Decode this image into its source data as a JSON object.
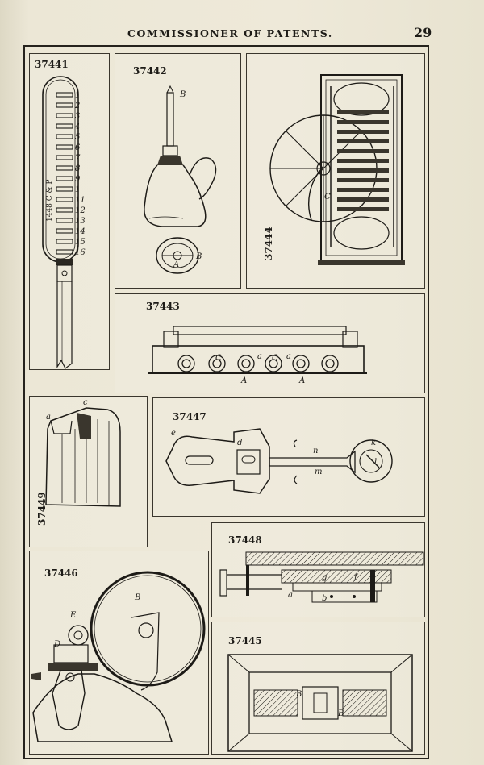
{
  "header": {
    "running_title": "COMMISSIONER OF PATENTS.",
    "page_number": "29"
  },
  "figures": {
    "f37441": {
      "number": "37441",
      "label": "1448 C & P",
      "tags": [
        "1",
        "2",
        "3",
        "4",
        "5",
        "6",
        "7",
        "8",
        "9",
        "1",
        "11",
        "12",
        "13",
        "14",
        "15",
        "16"
      ]
    },
    "f37442": {
      "number": "37442",
      "letters": [
        "B",
        "B",
        "A"
      ]
    },
    "f37444": {
      "number": "37444",
      "letters": [
        "C"
      ]
    },
    "f37443": {
      "number": "37443",
      "letters": [
        "C",
        "a",
        "C",
        "a",
        "A",
        "A"
      ]
    },
    "f37449": {
      "number": "37449",
      "letters": [
        "a",
        "c"
      ]
    },
    "f37447": {
      "number": "37447",
      "letters": [
        "d",
        "n",
        "m",
        "k",
        "e",
        "l"
      ]
    },
    "f37448": {
      "number": "37448",
      "letters": [
        "g",
        "f",
        "b",
        "a"
      ]
    },
    "f37446": {
      "number": "37446",
      "letters": [
        "B",
        "E",
        "D"
      ]
    },
    "f37445": {
      "number": "37445",
      "letters": [
        "B",
        "B"
      ]
    }
  }
}
